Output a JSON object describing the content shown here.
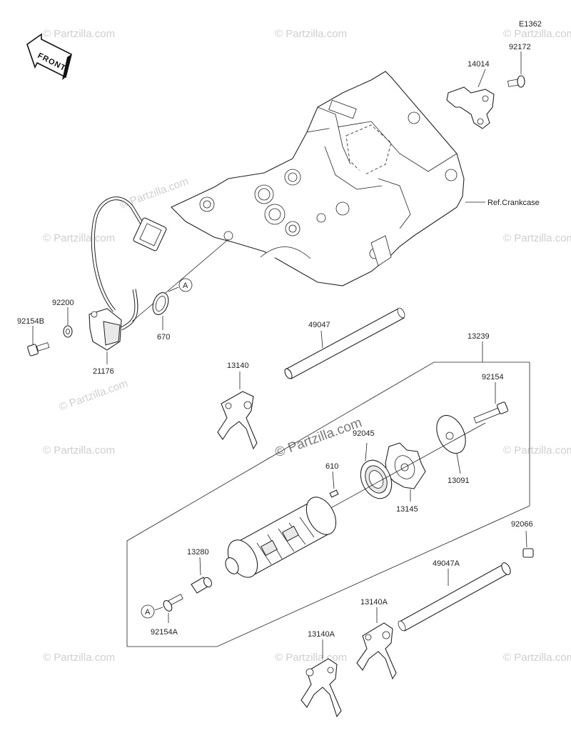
{
  "diagram_code": "E1362",
  "front_label": "FRONT",
  "ref_label": "Ref.Crankcase",
  "callout": "A",
  "watermark": "© Partzilla.com",
  "watermark_center": "© Partzilla.com",
  "parts": {
    "p92172": "92172",
    "p14014": "14014",
    "p92200": "92200",
    "p92154B": "92154B",
    "p21176": "21176",
    "p670": "670",
    "p49047": "49047",
    "p13239": "13239",
    "p13140": "13140",
    "p92154": "92154",
    "p92045": "92045",
    "p610": "610",
    "p13091": "13091",
    "p13145": "13145",
    "p92066": "92066",
    "p13280": "13280",
    "p49047A": "49047A",
    "p13140A_1": "13140A",
    "p13140A_2": "13140A",
    "p92154A": "92154A"
  }
}
